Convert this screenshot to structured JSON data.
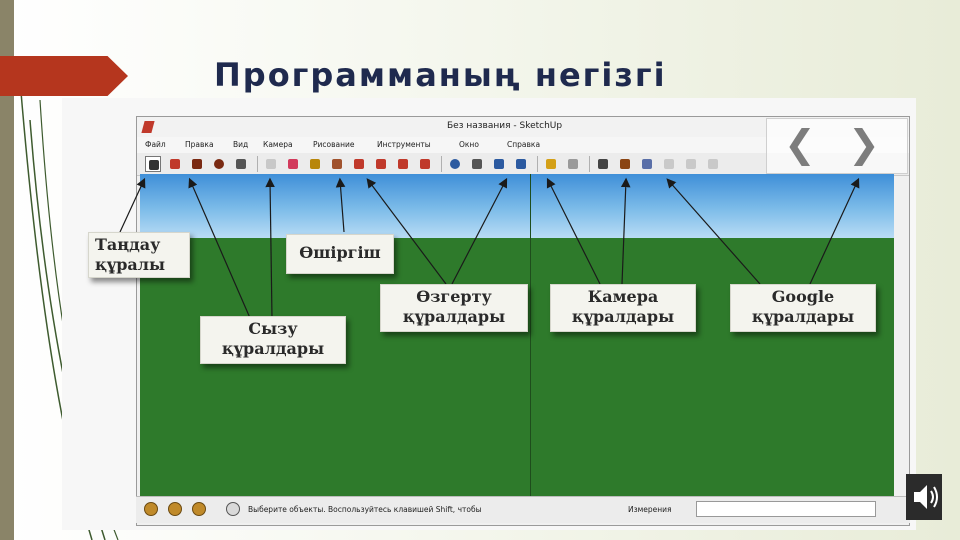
{
  "slide": {
    "title": "Программаның негізгі"
  },
  "window": {
    "title": "Без названия - SketchUp",
    "menu": [
      "Файл",
      "Правка",
      "Вид",
      "Камера",
      "Рисование",
      "Инструменты",
      "Окно",
      "Справка"
    ]
  },
  "toolbar": {
    "tools": [
      {
        "name": "select-tool-icon",
        "color": "#333333"
      },
      {
        "name": "pencil-tool-icon",
        "color": "#c0392b"
      },
      {
        "name": "rectangle-tool-icon",
        "color": "#7a2a12"
      },
      {
        "name": "circle-tool-icon",
        "color": "#7a2a12"
      },
      {
        "name": "arc-tool-icon",
        "color": "#555555"
      },
      {
        "name": "make-component-icon",
        "color": "#c8c8c8"
      },
      {
        "name": "eraser-tool-icon",
        "color": "#d23a5c"
      },
      {
        "name": "tape-measure-icon",
        "color": "#b8860b"
      },
      {
        "name": "paint-bucket-icon",
        "color": "#a0522d"
      },
      {
        "name": "push-pull-icon",
        "color": "#c0392b"
      },
      {
        "name": "move-tool-icon",
        "color": "#c0392b"
      },
      {
        "name": "rotate-tool-icon",
        "color": "#c0392b"
      },
      {
        "name": "follow-me-icon",
        "color": "#c0392b"
      },
      {
        "name": "orbit-tool-icon",
        "color": "#2c5aa0"
      },
      {
        "name": "pan-tool-icon",
        "color": "#555555"
      },
      {
        "name": "zoom-tool-icon",
        "color": "#2c5aa0"
      },
      {
        "name": "zoom-extents-icon",
        "color": "#2c5aa0"
      },
      {
        "name": "get-models-icon",
        "color": "#d4a017"
      },
      {
        "name": "share-model-icon",
        "color": "#9a9a9a"
      },
      {
        "name": "get-photo-texture-icon",
        "color": "#444444"
      },
      {
        "name": "preview-in-google-earth-icon",
        "color": "#8b4513"
      },
      {
        "name": "extension-warehouse-icon",
        "color": "#5a6fa8"
      },
      {
        "name": "add-location-icon",
        "color": "#c9c9c9"
      },
      {
        "name": "toggle-terrain-icon",
        "color": "#c9c9c9"
      },
      {
        "name": "photo-textures-icon",
        "color": "#c9c9c9"
      }
    ]
  },
  "callouts": {
    "select": {
      "line1": "Таңдау",
      "line2": "құралы"
    },
    "eraser": {
      "line1": "Өшіргіш"
    },
    "draw": {
      "line1": "Сызу",
      "line2": "құралдары"
    },
    "modify": {
      "line1": "Өзгерту",
      "line2": "құралдары"
    },
    "camera": {
      "line1": "Камера",
      "line2": "құралдары"
    },
    "google": {
      "line1": "Google",
      "line2": "құралдары"
    }
  },
  "statusbar": {
    "hint": "Выберите объекты. Воспользуйтесь клавишей Shift, чтобы",
    "measure_label": "Измерения"
  },
  "colors": {
    "accent_ribbon": "#b5361e",
    "title_text": "#1f2a4e",
    "sky": "#7dbce9",
    "ground": "#2e7a2b"
  }
}
